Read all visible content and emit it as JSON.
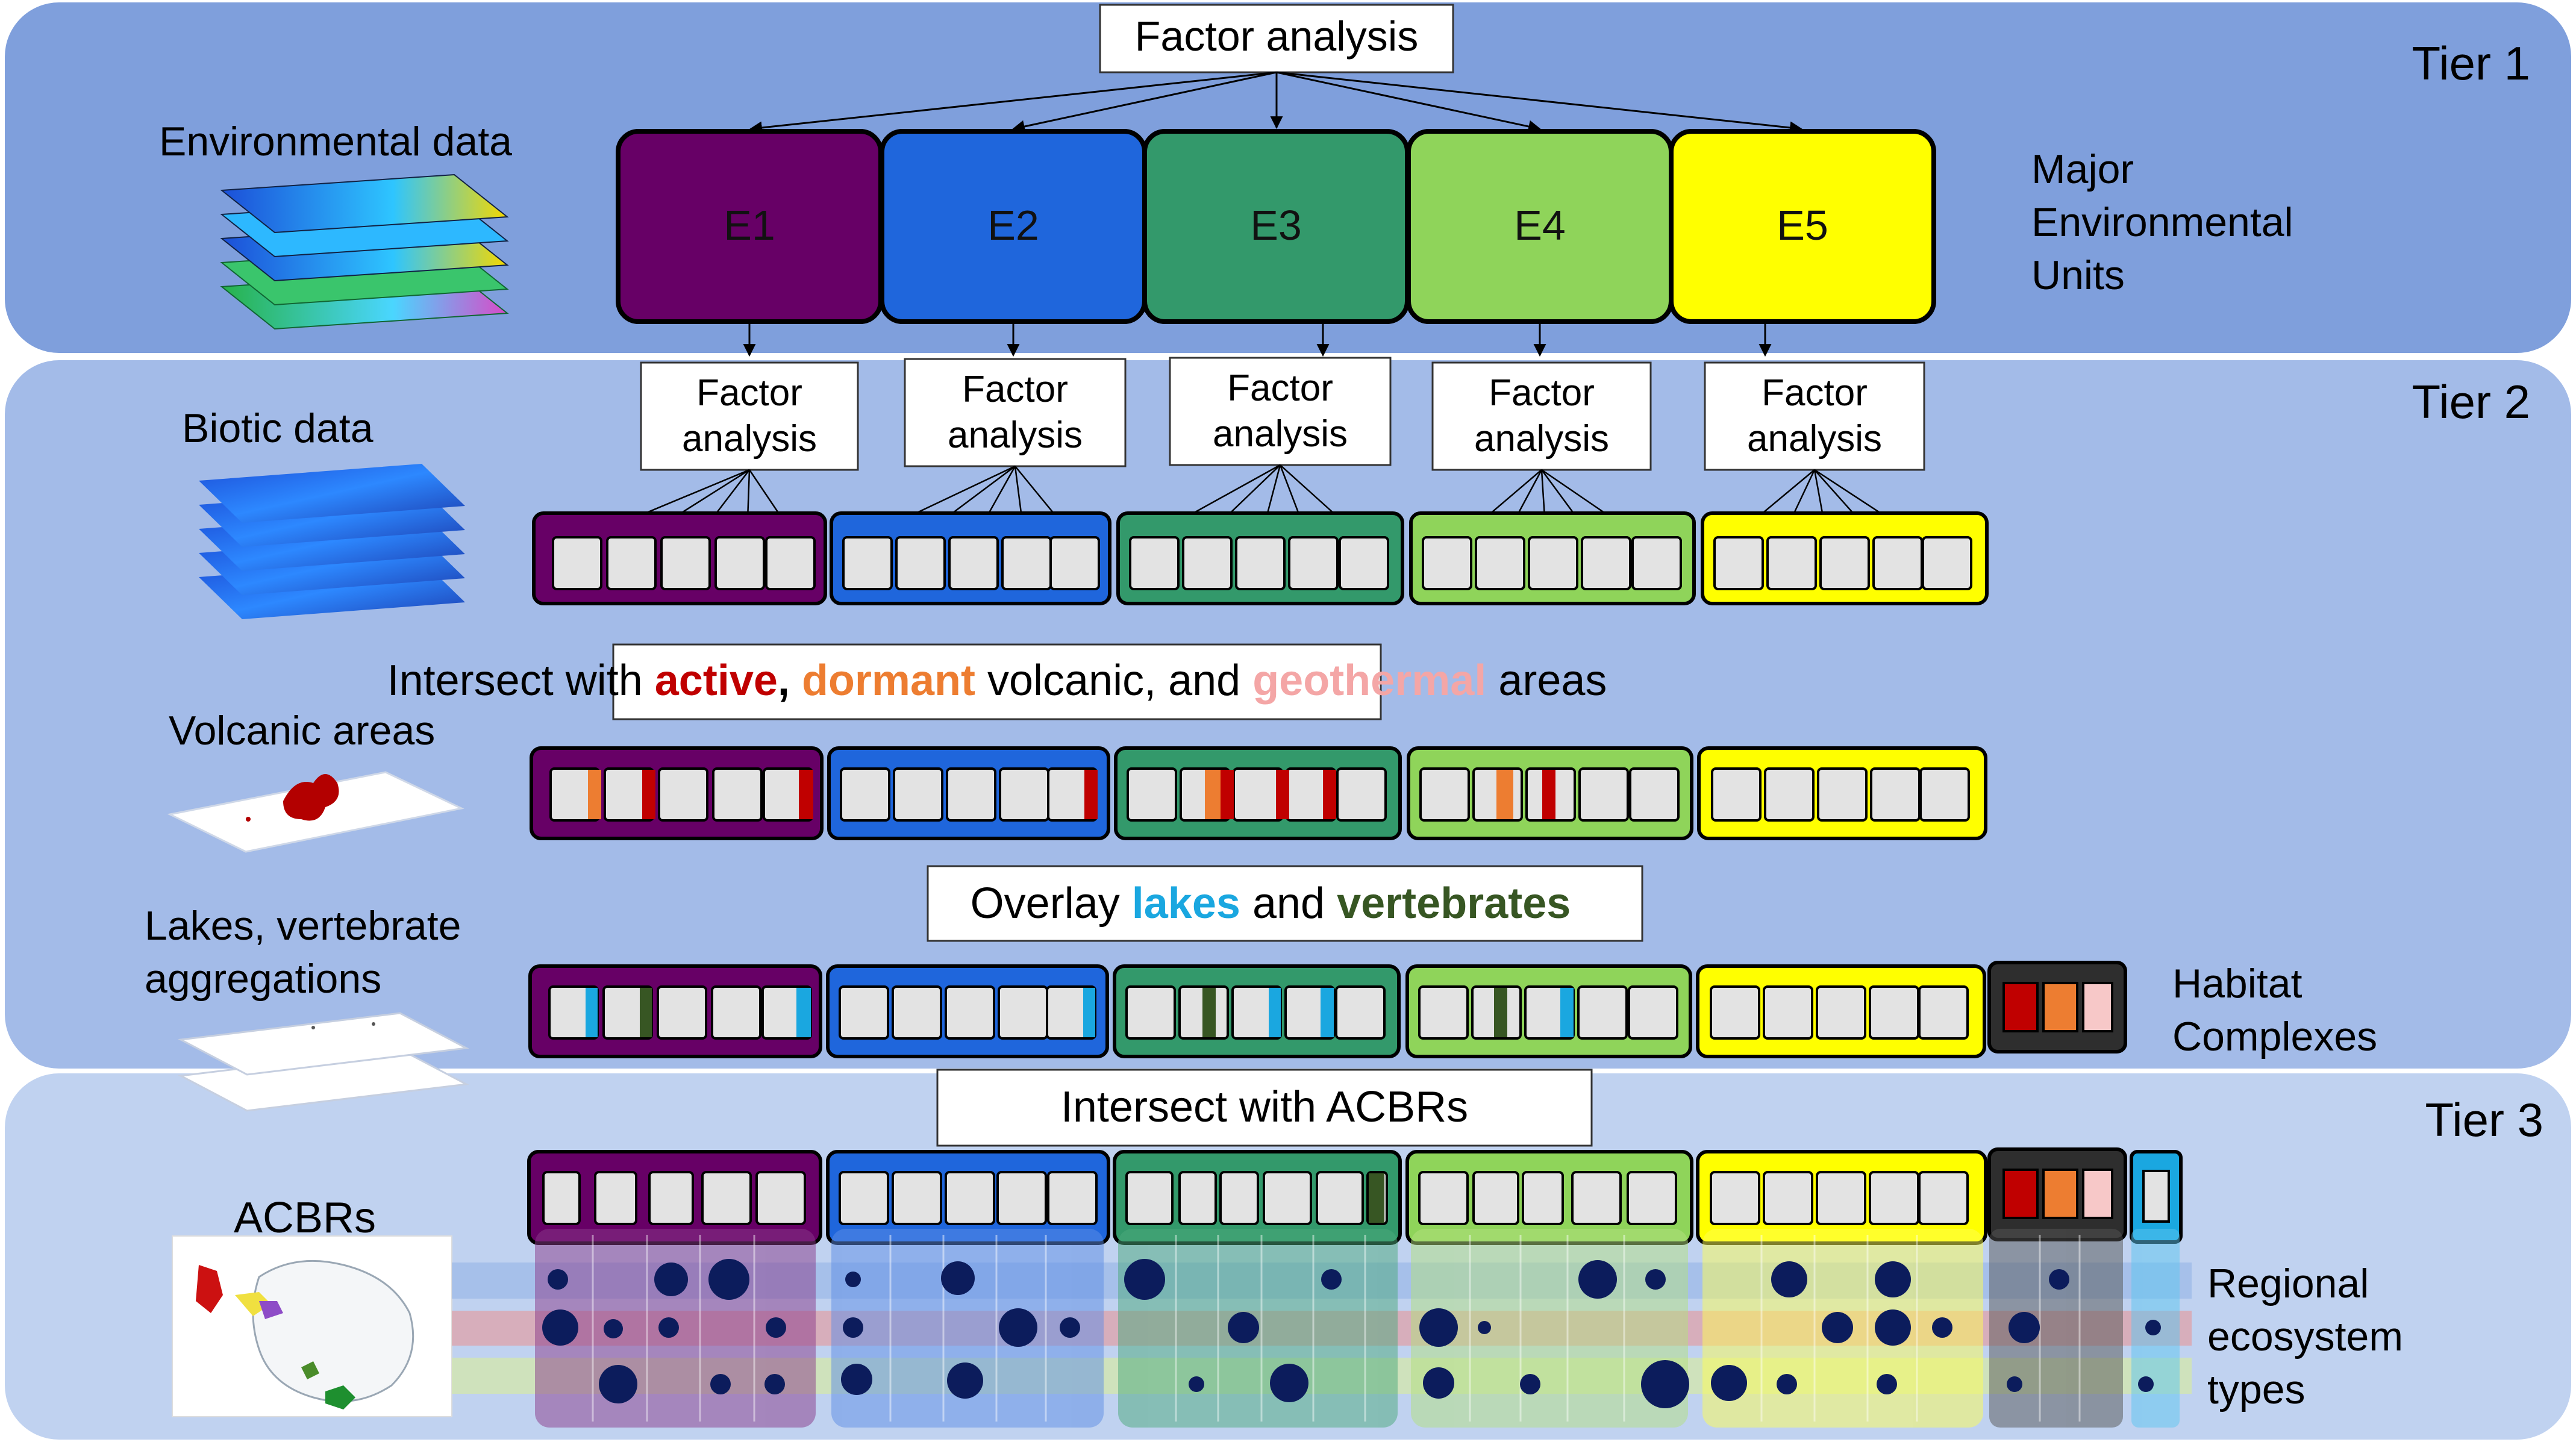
{
  "tier1": {
    "label": "Tier 1",
    "factor_box": "Factor analysis",
    "data_label": "Environmental data",
    "units": [
      {
        "label": "E1",
        "color": "#670066"
      },
      {
        "label": "E2",
        "color": "#1f66dc"
      },
      {
        "label": "E3",
        "color": "#33996b"
      },
      {
        "label": "E4",
        "color": "#8fd45a"
      },
      {
        "label": "E5",
        "color": "#ffff00"
      }
    ],
    "right_label": [
      "Major",
      "Environmental",
      "Units"
    ]
  },
  "tier2": {
    "label": "Tier 2",
    "biotic_label": "Biotic data",
    "factor_boxes": [
      [
        "Factor",
        "analysis"
      ],
      [
        "Factor",
        "analysis"
      ],
      [
        "Factor",
        "analysis"
      ],
      [
        "Factor",
        "analysis"
      ],
      [
        "Factor",
        "analysis"
      ]
    ],
    "volcanic_label": "Volcanic areas",
    "intersect": {
      "prefix": "Intersect with ",
      "active": "active",
      "comma": ",",
      "dormant": "dormant",
      "middle": " volcanic, and ",
      "geothermal": "geothermal",
      "suffix": " areas"
    },
    "lakes_label": [
      "Lakes, vertebrate",
      "aggregations"
    ],
    "overlay": {
      "prefix": "Overlay ",
      "lakes": "lakes",
      "middle": " and ",
      "vertebrates": "vertebrates"
    },
    "habitat_label": [
      "Habitat",
      "Complexes"
    ]
  },
  "tier3": {
    "label": "Tier 3",
    "intersect_box": "Intersect with ACBRs",
    "acbr_label": "ACBRs",
    "right_label": [
      "Regional",
      "ecosystem",
      "types"
    ]
  },
  "colors": {
    "active": "#c00000",
    "dormant": "#ed7d31",
    "geothermal": "#f4a6a6",
    "lakes": "#1aa7e0",
    "vertebrates": "#375623",
    "dots": "#0c1c5c"
  }
}
